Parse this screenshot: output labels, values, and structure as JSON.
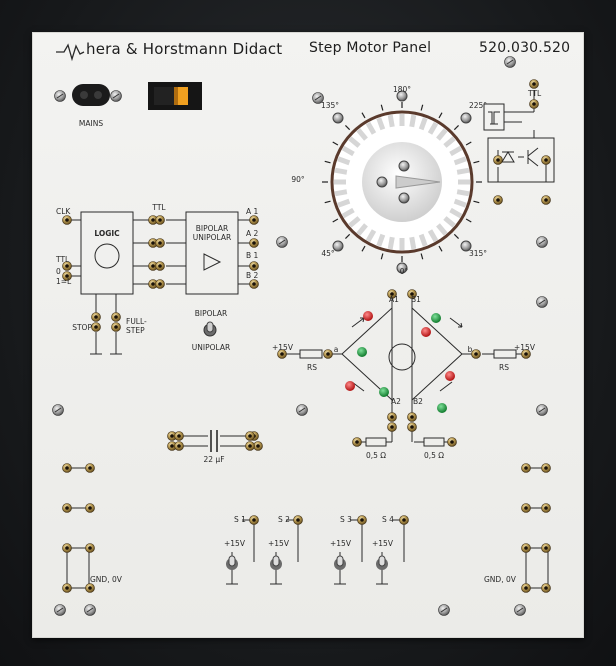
{
  "header": {
    "brand": "hera & Horstmann Didact",
    "title": "Step Motor Panel",
    "code": "520.030.520"
  },
  "labels": {
    "mains": "MAINS",
    "ttl": "TTL",
    "clk": "CLK",
    "ttl_left": "TTL",
    "mode_0": "0",
    "mode_1": "1=L",
    "logic": "LOGIC",
    "bipolar_block": "BIPOLAR",
    "unipolar_block": "UNIPOLAR",
    "a1": "A 1",
    "a2": "A 2",
    "b1": "B 1",
    "b2": "B 2",
    "stop": "STOP",
    "full": "FULL-",
    "step": "STEP",
    "bipolar_switch": "BIPOLAR",
    "unipolar_switch": "UNIPOLAR",
    "cap": "22 µF",
    "deg_180": "180°",
    "deg_135": "135°",
    "deg_225": "225°",
    "deg_90": "90°",
    "deg_45": "45°",
    "deg_315": "315°",
    "deg_0": "0°",
    "br_a1": "A1",
    "br_b1": "B1",
    "br_a2": "A2",
    "br_b2": "B2",
    "br_a": "a",
    "br_b": "b",
    "v15_left": "+15V",
    "v15_right": "+15V",
    "rs_left": "RS",
    "rs_right": "RS",
    "res_left": "0,5 Ω",
    "res_right": "0,5 Ω",
    "s1": "S 1",
    "s2": "S 2",
    "s3": "S 3",
    "s4": "S 4",
    "sw_v1": "+15V",
    "sw_v2": "+15V",
    "sw_v3": "+15V",
    "sw_v4": "+15V",
    "gnd_left": "GND, 0V",
    "gnd_right": "GND, 0V"
  },
  "colors": {
    "panel": "#efefed",
    "ink": "#1e1e1e",
    "dial_ring": "#5a3a2c",
    "led_red": "#d92020",
    "led_green": "#1f9a3b",
    "rocker": "#f0a020"
  }
}
